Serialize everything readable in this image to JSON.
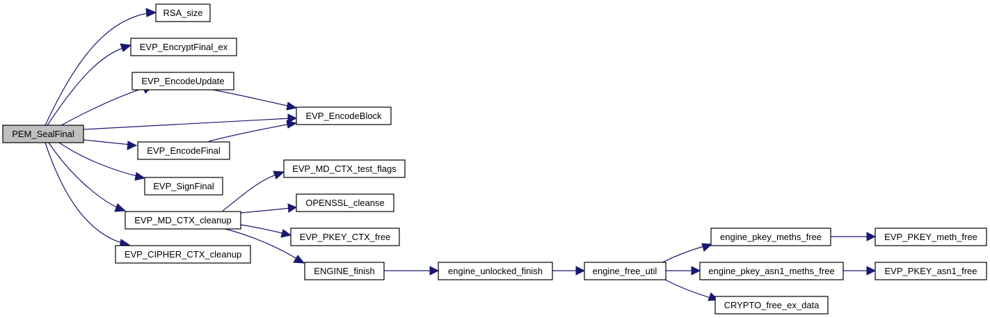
{
  "colors": {
    "edge": "#191970",
    "root_fill": "#bfbfbf",
    "node_fill": "#ffffff",
    "node_border": "#000000"
  },
  "nodes": {
    "pem_sealfinal": "PEM_SealFinal",
    "rsa_size": "RSA_size",
    "evp_encryptfinal_ex": "EVP_EncryptFinal_ex",
    "evp_encodeupdate": "EVP_EncodeUpdate",
    "evp_encodeblock": "EVP_EncodeBlock",
    "evp_encodefinal": "EVP_EncodeFinal",
    "evp_signfinal": "EVP_SignFinal",
    "evp_md_ctx_cleanup": "EVP_MD_CTX_cleanup",
    "evp_cipher_ctx_cleanup": "EVP_CIPHER_CTX_cleanup",
    "evp_md_ctx_test_flags": "EVP_MD_CTX_test_flags",
    "openssl_cleanse": "OPENSSL_cleanse",
    "evp_pkey_ctx_free": "EVP_PKEY_CTX_free",
    "engine_finish": "ENGINE_finish",
    "engine_unlocked_finish": "engine_unlocked_finish",
    "engine_free_util": "engine_free_util",
    "engine_pkey_meths_free": "engine_pkey_meths_free",
    "engine_pkey_asn1_meths_free": "engine_pkey_asn1_meths_free",
    "crypto_free_ex_data": "CRYPTO_free_ex_data",
    "evp_pkey_meth_free": "EVP_PKEY_meth_free",
    "evp_pkey_asn1_free": "EVP_PKEY_asn1_free"
  },
  "edges": [
    [
      "pem_sealfinal",
      "rsa_size"
    ],
    [
      "pem_sealfinal",
      "evp_encryptfinal_ex"
    ],
    [
      "pem_sealfinal",
      "evp_encodeupdate"
    ],
    [
      "pem_sealfinal",
      "evp_encodeblock"
    ],
    [
      "pem_sealfinal",
      "evp_encodefinal"
    ],
    [
      "pem_sealfinal",
      "evp_signfinal"
    ],
    [
      "pem_sealfinal",
      "evp_md_ctx_cleanup"
    ],
    [
      "pem_sealfinal",
      "evp_cipher_ctx_cleanup"
    ],
    [
      "evp_encodeupdate",
      "evp_encodeblock"
    ],
    [
      "evp_encodefinal",
      "evp_encodeblock"
    ],
    [
      "evp_md_ctx_cleanup",
      "evp_md_ctx_test_flags"
    ],
    [
      "evp_md_ctx_cleanup",
      "openssl_cleanse"
    ],
    [
      "evp_md_ctx_cleanup",
      "evp_pkey_ctx_free"
    ],
    [
      "evp_md_ctx_cleanup",
      "engine_finish"
    ],
    [
      "engine_finish",
      "engine_unlocked_finish"
    ],
    [
      "engine_unlocked_finish",
      "engine_free_util"
    ],
    [
      "engine_free_util",
      "engine_pkey_meths_free"
    ],
    [
      "engine_free_util",
      "engine_pkey_asn1_meths_free"
    ],
    [
      "engine_free_util",
      "crypto_free_ex_data"
    ],
    [
      "engine_pkey_meths_free",
      "evp_pkey_meth_free"
    ],
    [
      "engine_pkey_asn1_meths_free",
      "evp_pkey_asn1_free"
    ]
  ]
}
